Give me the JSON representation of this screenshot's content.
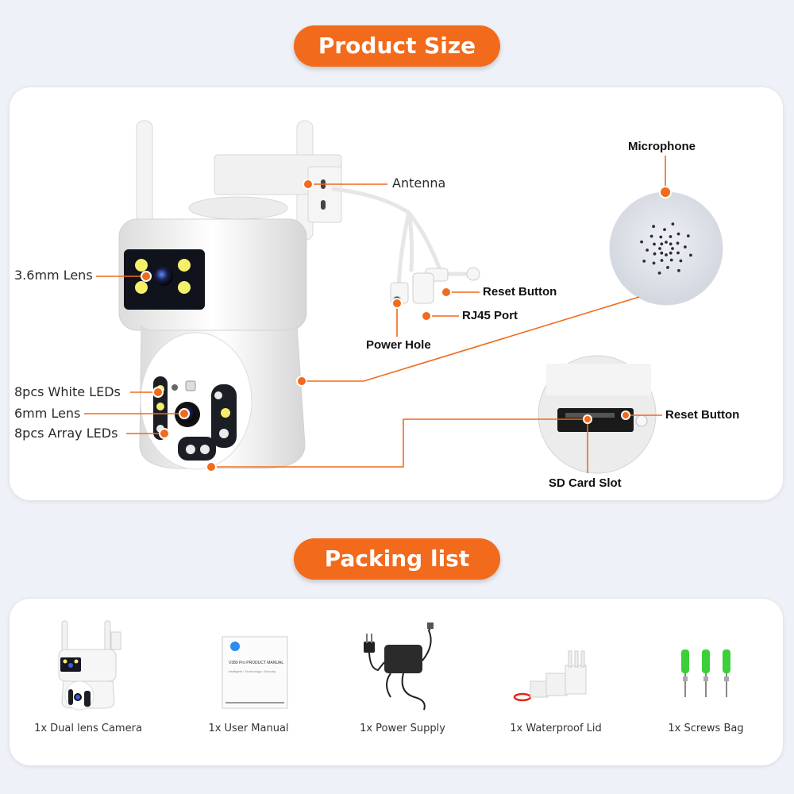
{
  "sections": {
    "product_size": "Product Size",
    "packing_list": "Packing list"
  },
  "callouts": {
    "antenna": "Antenna",
    "lens_36": "3.6mm Lens",
    "white_leds": "8pcs White LEDs",
    "lens_6": "6mm Lens",
    "array_leds": "8pcs Array LEDs",
    "reset_button_cable": "Reset Button",
    "rj45_port": "RJ45 Port",
    "power_hole": "Power Hole",
    "microphone": "Microphone",
    "reset_button_slot": "Reset Button",
    "sd_card_slot": "SD Card Slot"
  },
  "manual": {
    "title": "V380 Pro PRODUCT MANUAL",
    "tagline": "Intelligent • Technology • Security"
  },
  "packing_items": [
    {
      "label": "1x Dual lens Camera",
      "icon": "camera-icon"
    },
    {
      "label": "1x User Manual",
      "icon": "manual-icon"
    },
    {
      "label": "1x Power Supply",
      "icon": "power-supply-icon"
    },
    {
      "label": "1x Waterproof Lid",
      "icon": "waterproof-lid-icon"
    },
    {
      "label": "1x Screws Bag",
      "icon": "screws-icon"
    }
  ],
  "colors": {
    "accent": "#f26a1b",
    "background": "#eef1f7",
    "card": "#ffffff"
  }
}
